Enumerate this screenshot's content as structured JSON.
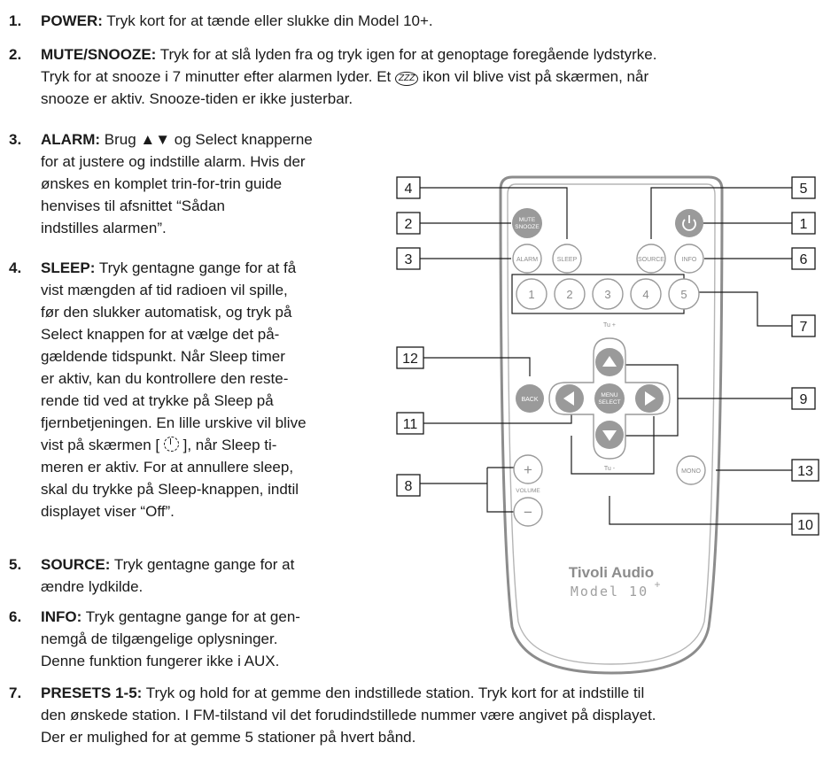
{
  "items": [
    {
      "num": "1.",
      "head": "POWER:",
      "text": " Tryk kort for at tænde eller slukke din Model 10+."
    },
    {
      "num": "2.",
      "head": "MUTE/SNOOZE:",
      "lines": [
        " Tryk for at slå lyden fra og tryk igen for at genoptage foregående lydstyrke.",
        "Tryk for at snooze i 7 minutter efter alarmen lyder. Et ",
        " ikon vil blive vist på skærmen, når",
        "snooze er aktiv. Snooze-tiden er ikke justerbar."
      ],
      "snooze_icon": "ZZZ"
    },
    {
      "num": "3.",
      "head": "ALARM:",
      "lines": [
        " Brug ▲▼ og Select knapperne",
        "for at justere og indstille alarm. Hvis der",
        "ønskes en komplet trin-for-trin guide",
        "henvises til afsnittet “Sådan",
        "indstilles alarmen”."
      ]
    },
    {
      "num": "4.",
      "head": "SLEEP:",
      "lines": [
        " Tryk gentagne gange for at få",
        "vist mængden af tid radioen vil spille,",
        "før den slukker automatisk, og tryk på",
        "Select knappen for at vælge det på-",
        "gældende tidspunkt. Når Sleep timer",
        "er aktiv, kan du kontrollere den reste-",
        "rende tid ved at trykke på Sleep på",
        "fjernbetjeningen. En lille urskive vil blive",
        "vist på skærmen [ ",
        " ], når Sleep ti-",
        "meren er aktiv. For at annullere sleep,",
        "skal du trykke på Sleep-knappen, indtil",
        "displayet viser “Off”."
      ]
    },
    {
      "num": "5.",
      "head": "SOURCE:",
      "lines": [
        " Tryk gentagne gange for at",
        "ændre lydkilde."
      ]
    },
    {
      "num": "6.",
      "head": "INFO:",
      "lines": [
        " Tryk gentagne gange for at gen-",
        "nemgå de tilgængelige oplysninger.",
        "Denne funktion fungerer ikke i AUX."
      ]
    },
    {
      "num": "7.",
      "head": "PRESETS 1-5:",
      "lines": [
        " Tryk og hold for at gemme den indstillede station. Tryk kort for at indstille til",
        "den ønskede station. I FM-tilstand vil det forudindstillede nummer være angivet på displayet.",
        "Der er mulighed for at gemme 5 stationer på hvert bånd."
      ]
    }
  ],
  "remote": {
    "buttons": {
      "mute_snooze": [
        "MUTE",
        "SNOOZE"
      ],
      "sleep": "SLEEP",
      "source": "SOURCE",
      "alarm": "ALARM",
      "info": "INFO",
      "presets": [
        "1",
        "2",
        "3",
        "4",
        "5"
      ],
      "tune_up": "Tu +",
      "tune_down": "Tu -",
      "back": "BACK",
      "menu_select": [
        "MENU",
        "SELECT"
      ],
      "volume_plus": "+",
      "volume_label": "VOLUME",
      "volume_minus": "−",
      "mono": "MONO"
    },
    "brand": "Tivoli Audio",
    "model": "Model 10",
    "model_sup": "+",
    "callouts": [
      "1",
      "2",
      "3",
      "4",
      "5",
      "6",
      "7",
      "8",
      "9",
      "10",
      "11",
      "12",
      "13"
    ],
    "colors": {
      "button_fill": "#9a9a9a",
      "outline": "#8c8c8c",
      "callout_line": "#1a1a1a"
    }
  }
}
